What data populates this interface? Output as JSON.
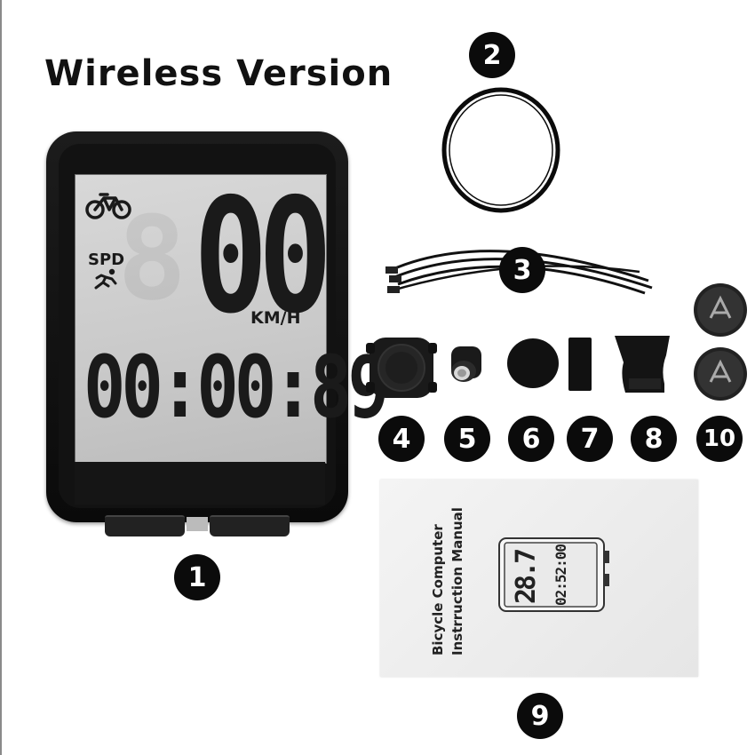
{
  "title": "Wireless Version",
  "device": {
    "speed_display": "00",
    "speed_unit": "KM/H",
    "mode_label": "SPD",
    "time_display": "00:00:89"
  },
  "manual": {
    "title_line1": "Bicycle Computer",
    "title_line2": "Instrruction Manual",
    "mini_speed": "28.7",
    "mini_time": "02:52:00"
  },
  "labels": [
    "1",
    "2",
    "3",
    "4",
    "5",
    "6",
    "7",
    "8",
    "9",
    "10"
  ],
  "colors": {
    "badge": "#0b0b0b",
    "lcd": "#cfcfcf",
    "device_body": "#121212"
  }
}
